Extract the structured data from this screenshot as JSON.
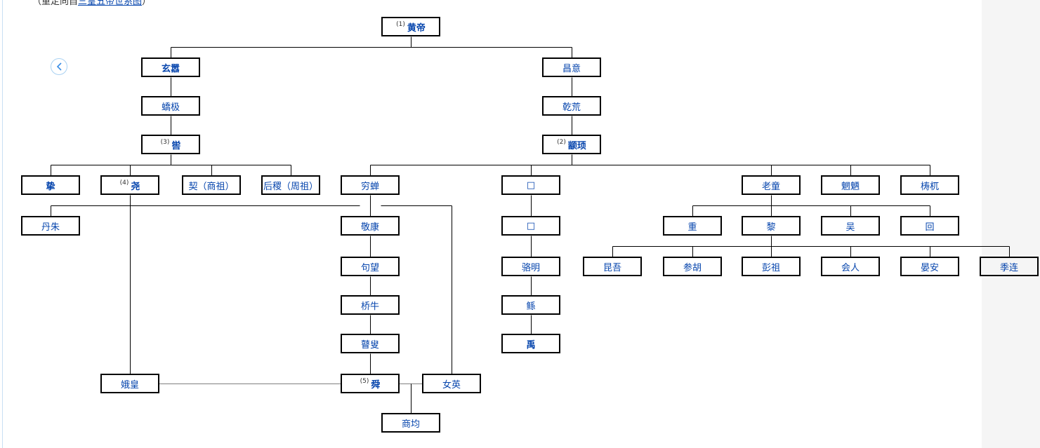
{
  "caption": {
    "prefix": "（重定向自",
    "link": "三皇五帝世系图",
    "suffix": "）"
  },
  "colors": {
    "link": "#0645ad",
    "border": "#000000",
    "panel": "#f5f5f5"
  },
  "back_icon": "chevron-left-icon",
  "nodes": [
    {
      "id": "huangdi",
      "label": "黄帝",
      "num": "(1)",
      "bold": true
    },
    {
      "id": "xuanxiao",
      "label": "玄嚣",
      "bold": true
    },
    {
      "id": "changyi",
      "label": "昌意"
    },
    {
      "id": "jiaoji",
      "label": "蟜极"
    },
    {
      "id": "qianhuang",
      "label": "乾荒"
    },
    {
      "id": "ku",
      "label": "喾",
      "num": "(3)",
      "bold": true
    },
    {
      "id": "zhuanxu",
      "label": "颛顼",
      "num": "(2)",
      "bold": true
    },
    {
      "id": "zhi",
      "label": "挚",
      "bold": true
    },
    {
      "id": "yao",
      "label": "尧",
      "num": "(4)",
      "bold": true
    },
    {
      "id": "xie",
      "label": "契（商祖）"
    },
    {
      "id": "houji",
      "label": "后稷（周祖）"
    },
    {
      "id": "qiongchan",
      "label": "穷蝉"
    },
    {
      "id": "unk1",
      "label": "□"
    },
    {
      "id": "laotong",
      "label": "老童"
    },
    {
      "id": "wangliang",
      "label": "魍魉"
    },
    {
      "id": "taowu",
      "label": "梼杌"
    },
    {
      "id": "danzhu",
      "label": "丹朱"
    },
    {
      "id": "jingkang",
      "label": "敬康"
    },
    {
      "id": "unk2",
      "label": "□"
    },
    {
      "id": "zhong",
      "label": "重"
    },
    {
      "id": "li",
      "label": "黎"
    },
    {
      "id": "wu",
      "label": "吴"
    },
    {
      "id": "hui",
      "label": "回"
    },
    {
      "id": "juwang",
      "label": "句望"
    },
    {
      "id": "luoming",
      "label": "骆明"
    },
    {
      "id": "kunwu",
      "label": "昆吾"
    },
    {
      "id": "canhu",
      "label": "参胡"
    },
    {
      "id": "pengzu",
      "label": "彭祖"
    },
    {
      "id": "huiren",
      "label": "会人"
    },
    {
      "id": "yanan",
      "label": "晏安"
    },
    {
      "id": "jilian",
      "label": "季连"
    },
    {
      "id": "qiaoniu",
      "label": "桥牛"
    },
    {
      "id": "gun",
      "label": "鲧"
    },
    {
      "id": "gusou",
      "label": "瞽叟"
    },
    {
      "id": "yu",
      "label": "禹",
      "bold": true
    },
    {
      "id": "ehuang",
      "label": "娥皇"
    },
    {
      "id": "shun",
      "label": "舜",
      "num": "(5)",
      "bold": true
    },
    {
      "id": "nvying",
      "label": "女英"
    },
    {
      "id": "shangjun",
      "label": "商均"
    }
  ]
}
